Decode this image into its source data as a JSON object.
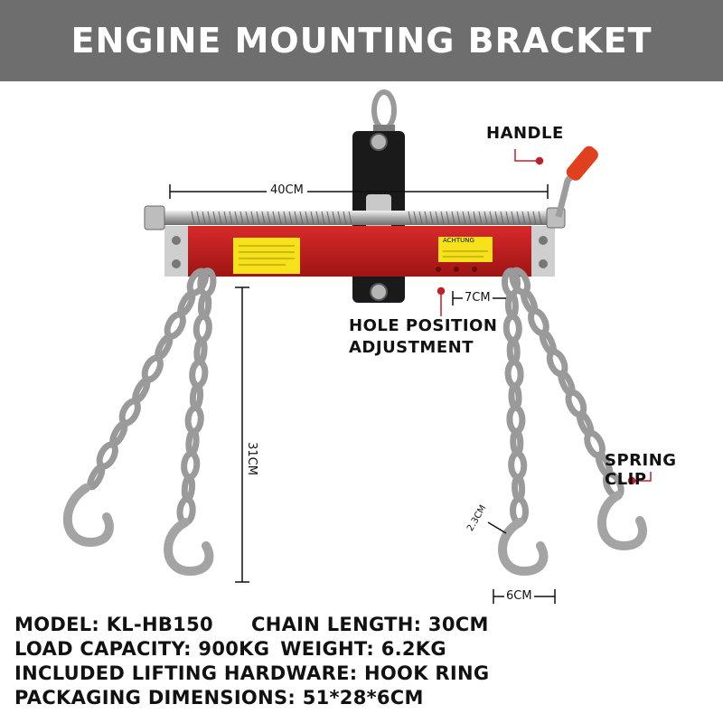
{
  "header": {
    "title": "ENGINE MOUNTING BRACKET BALANCER"
  },
  "labels": {
    "handle": "HANDLE",
    "hole_position_line1": "HOLE POSITION",
    "hole_position_line2": "ADJUSTMENT",
    "spring_clip": "SPRING CLIP"
  },
  "dimensions": {
    "width": "40CM",
    "height": "31CM",
    "hole_spacing": "7CM",
    "hook_gap": "2.3CM",
    "hook_width": "6CM"
  },
  "decal_text": {
    "right_title": "ACHTUNG"
  },
  "specs": {
    "model": "MODEL: KL-HB150",
    "chain_length": "CHAIN LENGTH: 30CM",
    "load_capacity": "LOAD CAPACITY: 900KG",
    "weight": "WEIGHT: 6.2KG",
    "hardware": "INCLUDED LIFTING HARDWARE: HOOK RING",
    "packaging": "PACKAGING DIMENSIONS: 51*28*6CM"
  },
  "colors": {
    "banner": "#6e6e6e",
    "bar_red": "#c81e1e",
    "bracket_black": "#1a1a1a",
    "decal_yellow": "#f5e21a",
    "handle_orange": "#e0401e",
    "pointer_red": "#c0202a"
  }
}
